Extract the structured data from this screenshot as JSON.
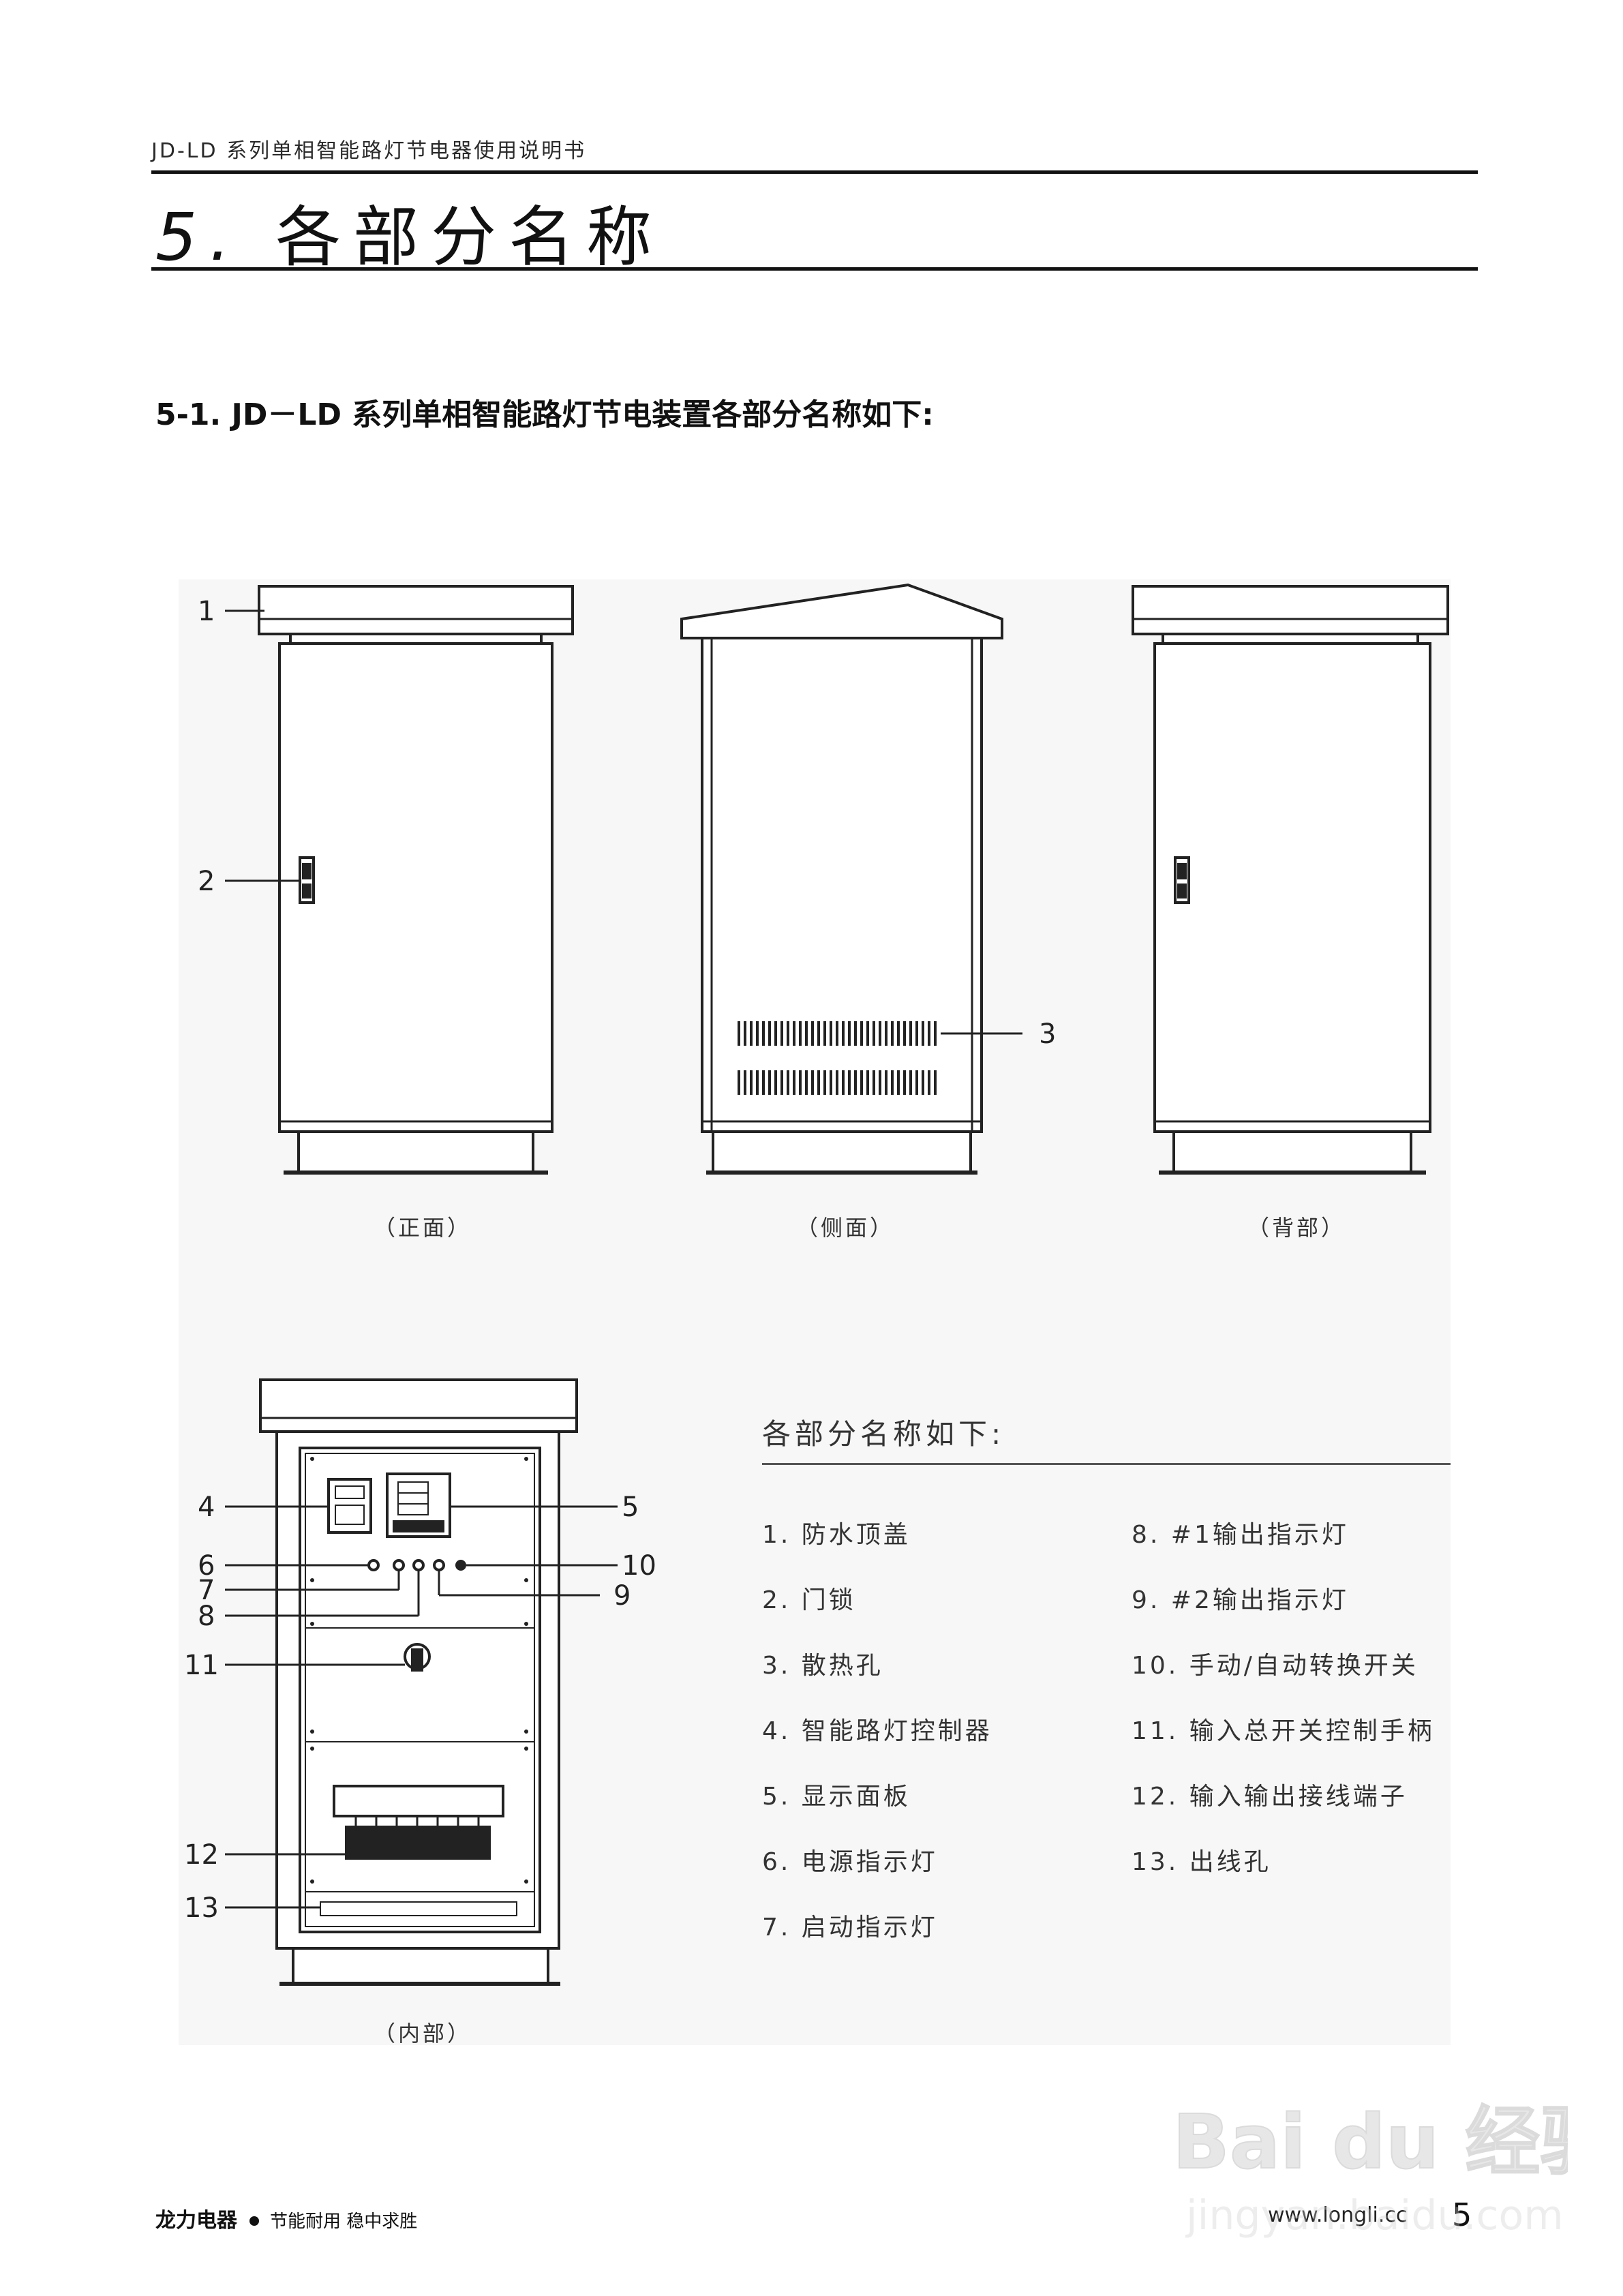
{
  "doc_header": "JD-LD 系列单相智能路灯节电器使用说明书",
  "section": {
    "number": "5.",
    "title": "各部分名称"
  },
  "subsection_title": "5-1. JD－LD 系列单相智能路灯节电装置各部分名称如下:",
  "views": {
    "front": "（正面）",
    "side": "（侧面）",
    "back": "（背部）",
    "inside": "（内部）"
  },
  "callouts": [
    "1",
    "2",
    "3",
    "4",
    "5",
    "6",
    "7",
    "8",
    "9",
    "10",
    "11",
    "12",
    "13"
  ],
  "legend": {
    "title": "各部分名称如下:",
    "left": [
      "1. 防水顶盖",
      "2. 门锁",
      "3. 散热孔",
      "4. 智能路灯控制器",
      "5. 显示面板",
      "6. 电源指示灯",
      "7. 启动指示灯"
    ],
    "right": [
      "8. #1输出指示灯",
      "9. #2输出指示灯",
      "10. 手动/自动转换开关",
      "11. 输入总开关控制手柄",
      "12. 输入输出接线端子",
      "13. 出线孔"
    ]
  },
  "footer": {
    "brand": "龙力电器",
    "slogan": "节能耐用  稳中求胜",
    "url": "www.longli.cc",
    "page": "5"
  },
  "watermark": {
    "logo": "Bai du 经验",
    "site": "jingyan.baidu.com"
  }
}
